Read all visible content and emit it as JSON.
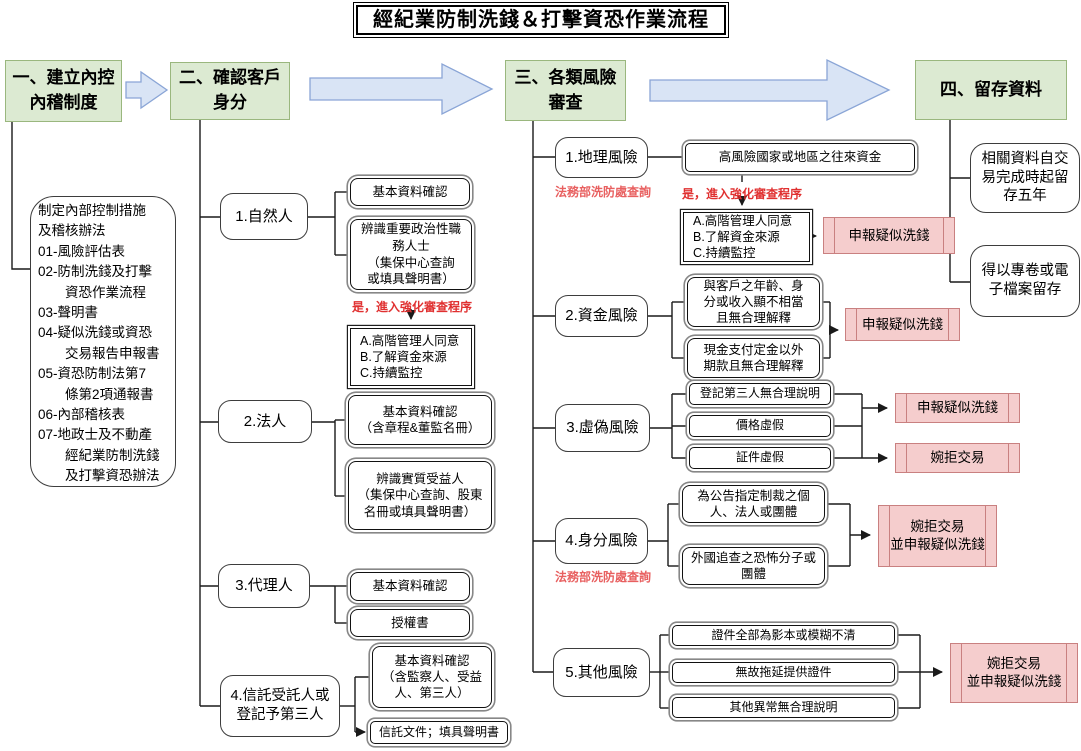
{
  "title": "經紀業防制洗錢＆打擊資恐作業流程",
  "colors": {
    "stage_fill": "#dcead2",
    "stage_border": "#9ab77e",
    "arrow_fill": "#d9e4f5",
    "arrow_border": "#8aa5d6",
    "pink_fill": "#f5cdcd",
    "pink_border": "#c98080",
    "red_note": "#e03030"
  },
  "stage1": {
    "label": "一、建立內控\n內稽制度"
  },
  "stage2": {
    "label": "二、確認客戶\n身分"
  },
  "stage3": {
    "label": "三、各類風險\n審查"
  },
  "stage4": {
    "label": "四、留存資料"
  },
  "internal_control": {
    "policy": "制定內部控制措施\n及稽核辦法\n01-風險評估表\n02-防制洗錢及打擊\n　　資恐作業流程\n03-聲明書\n04-疑似洗錢或資恐\n　　交易報告申報書\n05-資恐防制法第7\n　　條第2項通報書\n06-內部稽核表\n07-地政士及不動產\n　　經紀業防制洗錢\n　　及打擊資恐辦法"
  },
  "kyc": {
    "natural": {
      "label": "1.自然人",
      "doc1": "基本資料確認",
      "doc2": "辨識重要政治性職\n務人士\n（集保中心查詢\n或填具聲明書）",
      "enhance_note": "是，進入強化審查程序",
      "edd": "A.高階管理人同意\nB.了解資金來源\nC.持續監控"
    },
    "legal": {
      "label": "2.法人",
      "doc1": "基本資料確認\n（含章程&董監名冊）",
      "doc2": "辨識實質受益人\n（集保中心查詢、股東\n名冊或填具聲明書）"
    },
    "agent": {
      "label": "3.代理人",
      "doc1": "基本資料確認",
      "doc2": "授權書"
    },
    "trust": {
      "label": "4.信託受託人或\n登記予第三人",
      "doc1": "基本資料確認\n（含監察人、受益\n人、第三人）",
      "doc2": "信託文件；填具聲明書"
    }
  },
  "risks": {
    "geo": {
      "label": "1.地理風險",
      "query_note": "法務部洗防處查詢",
      "cond": "高風險國家或地區之往來資金",
      "enhance_note": "是，進入強化審查程序",
      "edd": "A.高階管理人同意\nB.了解資金來源\nC.持續監控",
      "action": "申報疑似洗錢"
    },
    "fund": {
      "label": "2.資金風險",
      "cond1": "與客戶之年齡、身\n分或收入顯不相當\n且無合理解釋",
      "cond2": "現金支付定金以外\n期款且無合理解釋",
      "action": "申報疑似洗錢"
    },
    "fake": {
      "label": "3.虛偽風險",
      "cond1": "登記第三人無合理說明",
      "cond2": "價格虛假",
      "cond3": "証件虛假",
      "action1": "申報疑似洗錢",
      "action2": "婉拒交易"
    },
    "identity": {
      "label": "4.身分風險",
      "query_note": "法務部洗防處查詢",
      "cond1": "為公告指定制裁之個\n人、法人或團體",
      "cond2": "外國追查之恐怖分子或\n團體",
      "action": "婉拒交易\n並申報疑似洗錢"
    },
    "other": {
      "label": "5.其他風險",
      "cond1": "證件全部為影本或模糊不清",
      "cond2": "無故拖延提供證件",
      "cond3": "其他異常無合理說明",
      "action": "婉拒交易\n並申報疑似洗錢"
    }
  },
  "retention": {
    "box1": "相關資料自交\n易完成時起留\n存五年",
    "box2": "得以專卷或電\n子檔案留存"
  }
}
